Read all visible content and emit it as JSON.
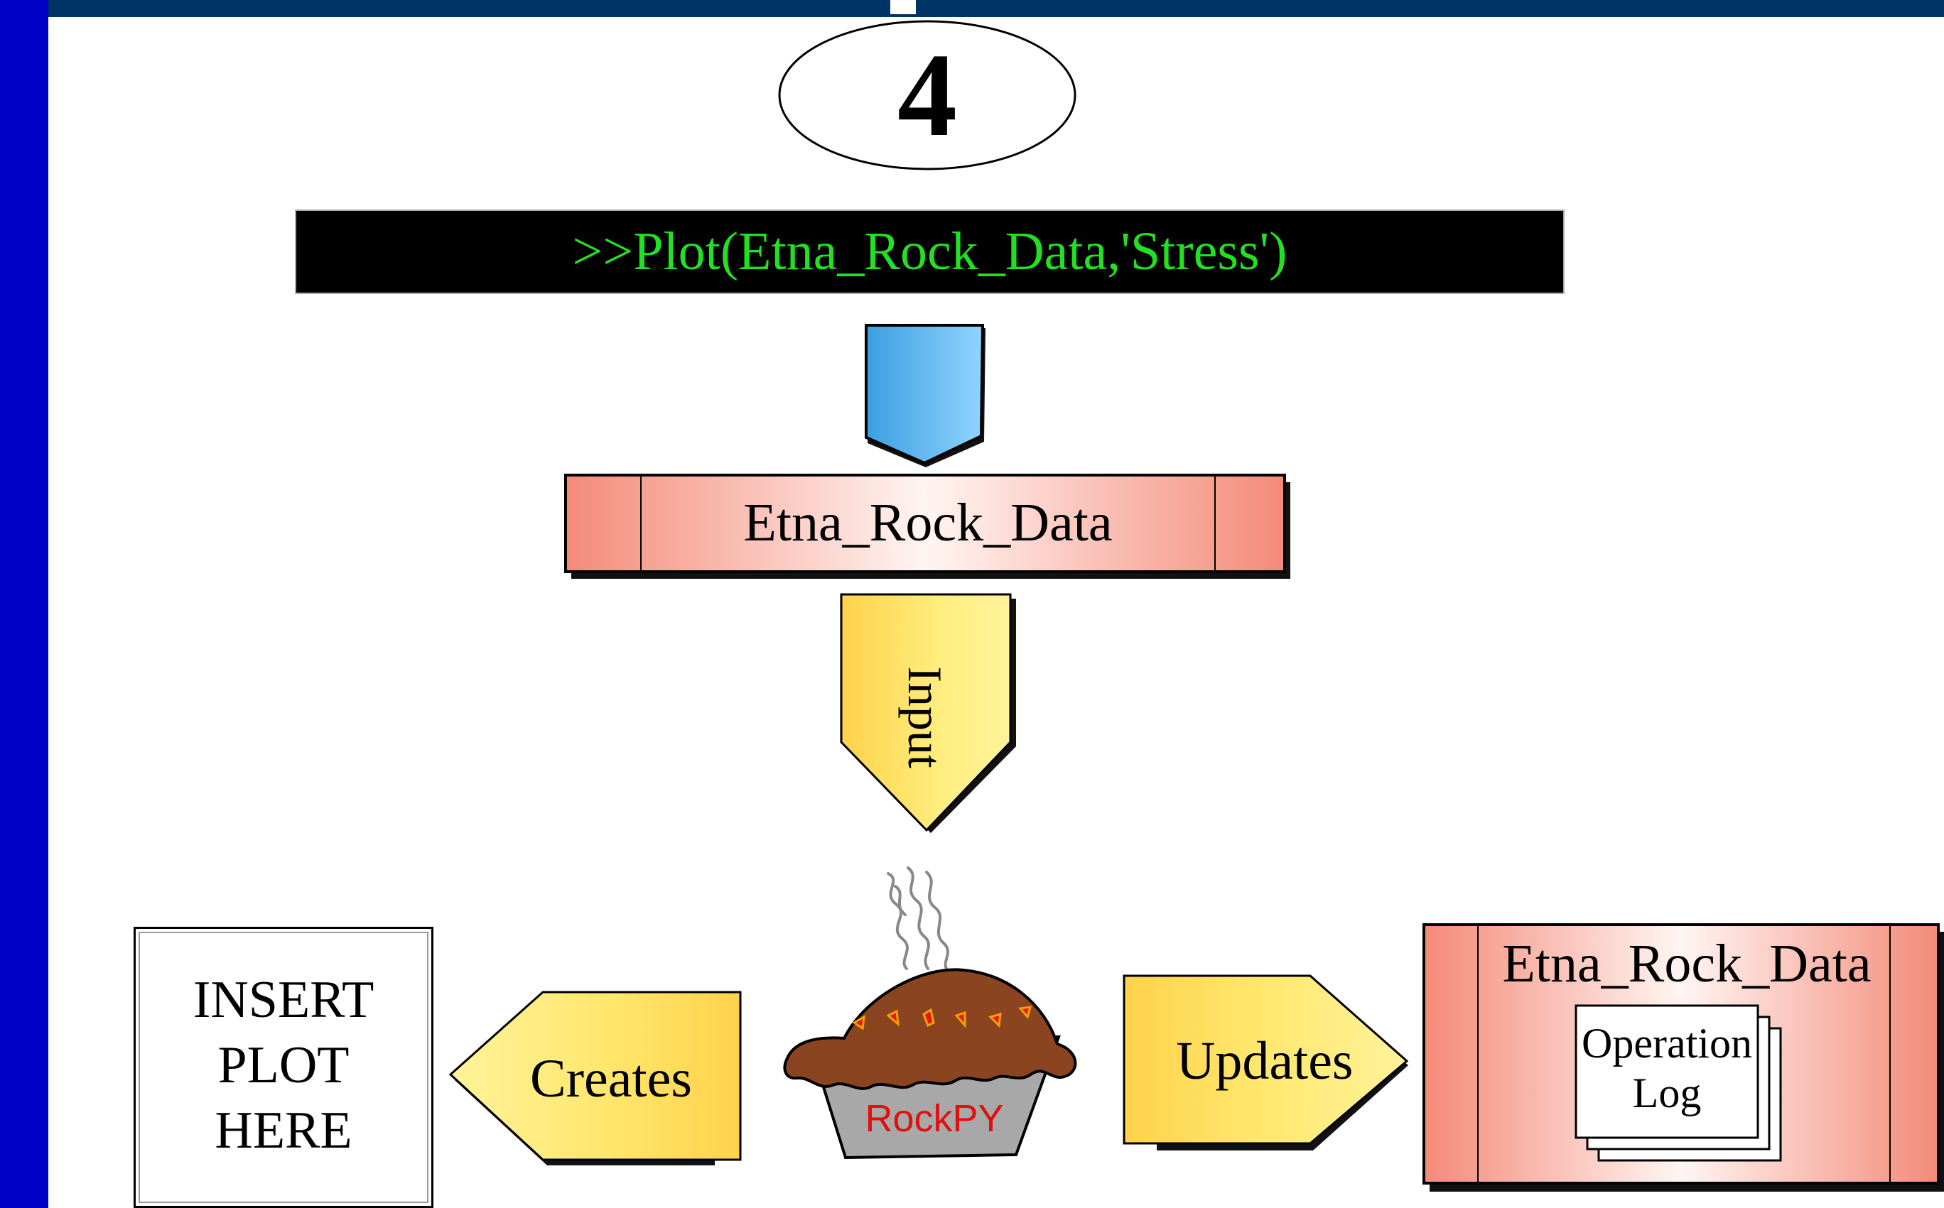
{
  "step_number": "4",
  "command_text": ">>Plot(Etna_Rock_Data,'Stress')",
  "data_object_label": "Etna_Rock_Data",
  "input_arrow_label": "Input",
  "pie_label": "RockPY",
  "creates_arrow_label": "Creates",
  "updates_arrow_label": "Updates",
  "placeholder_lines": [
    "INSERT",
    "PLOT",
    "HERE"
  ],
  "updated_object_label": "Etna_Rock_Data",
  "log_lines": [
    "Operation",
    "Log"
  ],
  "colors": {
    "top_bar": "#003366",
    "left_bar": "#0000c8",
    "command_bg": "#000000",
    "command_text": "#22e022",
    "salmon_edge": "#f59583",
    "yellow": "#ffe870",
    "blue_arrow": "#5cb8f0",
    "pie_crust": "#8a4520",
    "pie_tin": "#a8a8a8",
    "pie_text": "#e01010"
  },
  "icons": [
    "down-arrow-icon",
    "steam-icon",
    "pie-icon",
    "document-stack-icon"
  ]
}
